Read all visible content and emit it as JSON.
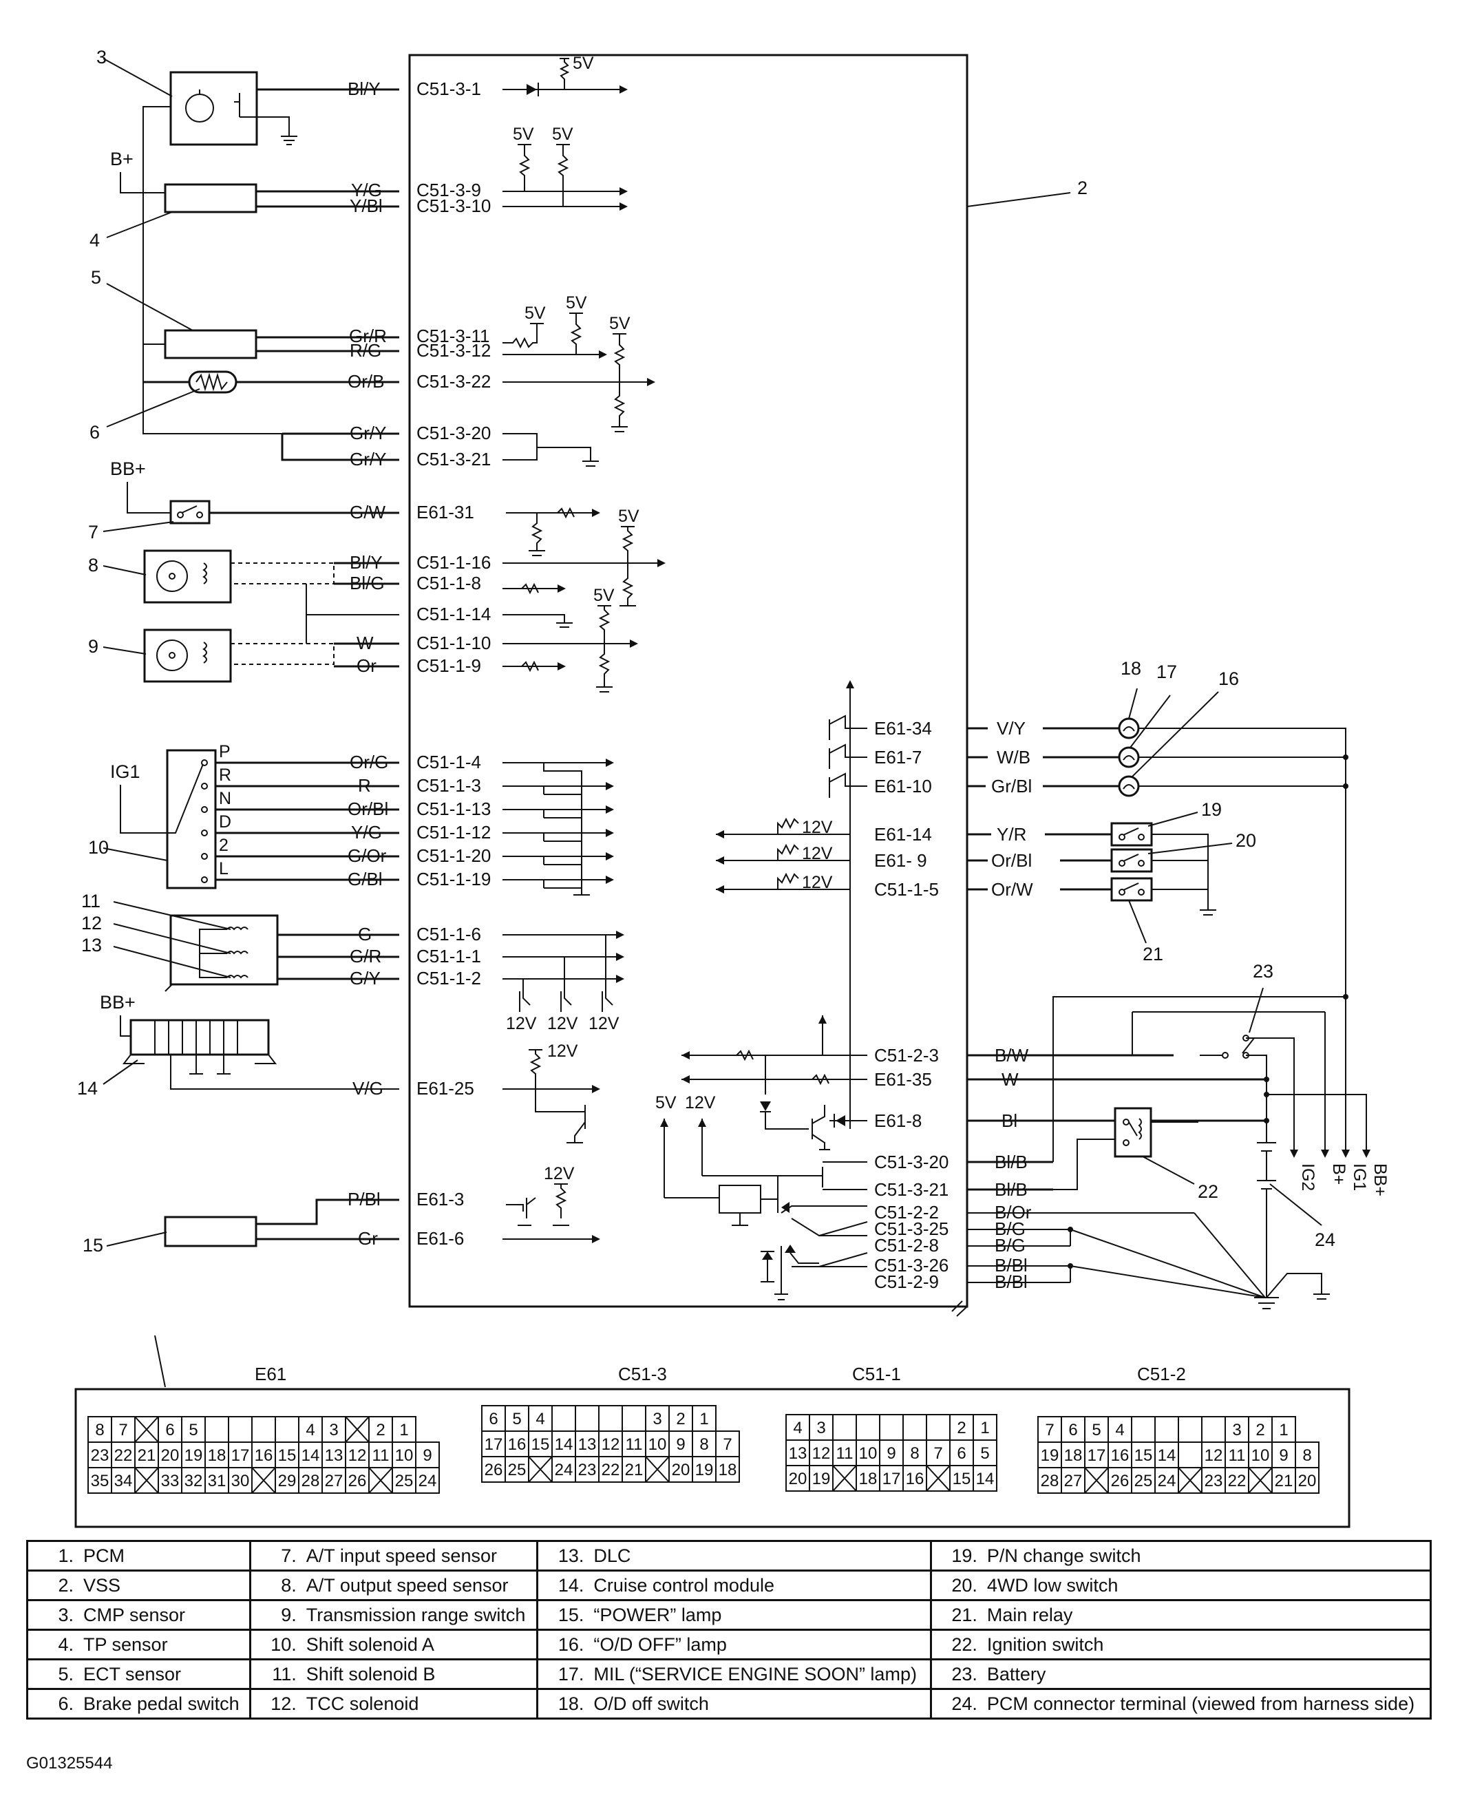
{
  "pcm_block": {
    "label": "1",
    "pins": [
      {
        "id": "C51-3-1",
        "wire": "Bl/Y"
      },
      {
        "id": "C51-3-9",
        "wire": "Y/G"
      },
      {
        "id": "C51-3-10",
        "wire": "Y/Bl"
      },
      {
        "id": "C51-3-11",
        "wire": "Gr/R"
      },
      {
        "id": "C51-3-12",
        "wire": "R/G"
      },
      {
        "id": "C51-3-22",
        "wire": "Or/B"
      },
      {
        "id": "C51-3-20",
        "wire": "Gr/Y"
      },
      {
        "id": "C51-3-21",
        "wire": "Gr/Y"
      },
      {
        "id": "E61-31",
        "wire": "G/W"
      },
      {
        "id": "C51-1-16",
        "wire": "Bl/Y"
      },
      {
        "id": "C51-1-8",
        "wire": "Bl/G"
      },
      {
        "id": "C51-1-14",
        "wire": ""
      },
      {
        "id": "C51-1-10",
        "wire": "W"
      },
      {
        "id": "C51-1-9",
        "wire": "Or"
      },
      {
        "id": "C51-1-4",
        "wire": "Or/G"
      },
      {
        "id": "C51-1-3",
        "wire": "R"
      },
      {
        "id": "C51-1-13",
        "wire": "Or/Bl"
      },
      {
        "id": "C51-1-12",
        "wire": "Y/G"
      },
      {
        "id": "C51-1-20",
        "wire": "G/Or"
      },
      {
        "id": "C51-1-19",
        "wire": "G/Bl"
      },
      {
        "id": "C51-1-6",
        "wire": "G"
      },
      {
        "id": "C51-1-1",
        "wire": "G/R"
      },
      {
        "id": "C51-1-2",
        "wire": "G/Y"
      },
      {
        "id": "E61-25",
        "wire": "V/G"
      },
      {
        "id": "E61-3",
        "wire": "P/Bl"
      },
      {
        "id": "E61-6",
        "wire": "Gr"
      }
    ],
    "right_pins": [
      {
        "id": "E61-34",
        "wire": "V/Y"
      },
      {
        "id": "E61-7",
        "wire": "W/B"
      },
      {
        "id": "E61-10",
        "wire": "Gr/Bl"
      },
      {
        "id": "E61-14",
        "wire": "Y/R"
      },
      {
        "id": "E61- 9",
        "wire": "Or/Bl"
      },
      {
        "id": "C51-1-5",
        "wire": "Or/W"
      },
      {
        "id": "C51-2-3",
        "wire": "B/W"
      },
      {
        "id": "E61-35",
        "wire": "W"
      },
      {
        "id": "E61-8",
        "wire": "Bl"
      },
      {
        "id": "C51-3-20",
        "wire": "Bl/B"
      },
      {
        "id": "C51-3-21",
        "wire": "Bl/B"
      },
      {
        "id": "C51-2-2",
        "wire": "B/Or"
      },
      {
        "id": "C51-3-25",
        "wire": "B/G"
      },
      {
        "id": "C51-2-8",
        "wire": "B/G"
      },
      {
        "id": "C51-3-26",
        "wire": "B/Bl"
      },
      {
        "id": "C51-2-9",
        "wire": "B/Bl"
      }
    ]
  },
  "voltages": {
    "v5": "5V",
    "v12": "12V"
  },
  "supplies": {
    "bplus": "B+",
    "bbplus": "BB+",
    "ig1": "IG1",
    "ig2": "IG2"
  },
  "gear_positions": [
    "P",
    "R",
    "N",
    "D",
    "2",
    "L"
  ],
  "callouts": [
    "2",
    "3",
    "4",
    "5",
    "6",
    "7",
    "8",
    "9",
    "10",
    "11",
    "12",
    "13",
    "14",
    "15",
    "16",
    "17",
    "18",
    "19",
    "20",
    "21",
    "22",
    "23",
    "24"
  ],
  "connectors": {
    "e61": {
      "title": "E61",
      "rows": [
        [
          "8",
          "7",
          "X",
          "6",
          "5",
          "",
          "",
          "",
          "",
          "4",
          "3",
          "X",
          "2",
          "1"
        ],
        [
          "23",
          "22",
          "21",
          "20",
          "19",
          "18",
          "17",
          "16",
          "15",
          "14",
          "13",
          "12",
          "11",
          "10",
          "9"
        ],
        [
          "35",
          "34",
          "X",
          "33",
          "32",
          "31",
          "30",
          "X",
          "29",
          "28",
          "27",
          "26",
          "X",
          "25",
          "24"
        ]
      ]
    },
    "c513": {
      "title": "C51-3",
      "rows": [
        [
          "6",
          "5",
          "4",
          "",
          "",
          "",
          "",
          "3",
          "2",
          "1"
        ],
        [
          "17",
          "16",
          "15",
          "14",
          "13",
          "12",
          "11",
          "10",
          "9",
          "8",
          "7"
        ],
        [
          "26",
          "25",
          "X",
          "24",
          "23",
          "22",
          "21",
          "X",
          "20",
          "19",
          "18"
        ]
      ]
    },
    "c511": {
      "title": "C51-1",
      "rows": [
        [
          "4",
          "3",
          "",
          "",
          "",
          "",
          "",
          "2",
          "1"
        ],
        [
          "13",
          "12",
          "11",
          "10",
          "9",
          "8",
          "7",
          "6",
          "5"
        ],
        [
          "20",
          "19",
          "X",
          "18",
          "17",
          "16",
          "X",
          "15",
          "14"
        ]
      ]
    },
    "c512": {
      "title": "C51-2",
      "rows": [
        [
          "7",
          "6",
          "5",
          "4",
          "",
          "",
          "",
          "",
          "3",
          "2",
          "1"
        ],
        [
          "19",
          "18",
          "17",
          "16",
          "15",
          "14",
          "",
          "12",
          "11",
          "10",
          "9",
          "8"
        ],
        [
          "28",
          "27",
          "X",
          "26",
          "25",
          "24",
          "X",
          "23",
          "22",
          "X",
          "21",
          "20"
        ]
      ]
    }
  },
  "legend": [
    [
      {
        "num": "1.",
        "label": "PCM"
      },
      {
        "num": "7.",
        "label": "A/T input speed sensor"
      },
      {
        "num": "13.",
        "label": "DLC"
      },
      {
        "num": "19.",
        "label": "P/N change switch"
      }
    ],
    [
      {
        "num": "2.",
        "label": "VSS"
      },
      {
        "num": "8.",
        "label": "A/T output speed sensor"
      },
      {
        "num": "14.",
        "label": "Cruise control module"
      },
      {
        "num": "20.",
        "label": "4WD low switch"
      }
    ],
    [
      {
        "num": "3.",
        "label": "CMP sensor"
      },
      {
        "num": "9.",
        "label": "Transmission range switch"
      },
      {
        "num": "15.",
        "label": "“POWER” lamp"
      },
      {
        "num": "21.",
        "label": "Main relay"
      }
    ],
    [
      {
        "num": "4.",
        "label": "TP sensor"
      },
      {
        "num": "10.",
        "label": "Shift solenoid A"
      },
      {
        "num": "16.",
        "label": "“O/D OFF” lamp"
      },
      {
        "num": "22.",
        "label": "Ignition switch"
      }
    ],
    [
      {
        "num": "5.",
        "label": "ECT sensor"
      },
      {
        "num": "11.",
        "label": "Shift solenoid B"
      },
      {
        "num": "17.",
        "label": "MIL (“SERVICE ENGINE SOON” lamp)"
      },
      {
        "num": "23.",
        "label": "Battery"
      }
    ],
    [
      {
        "num": "6.",
        "label": "Brake pedal switch"
      },
      {
        "num": "12.",
        "label": "TCC solenoid"
      },
      {
        "num": "18.",
        "label": "O/D off switch"
      },
      {
        "num": "24.",
        "label": "PCM connector terminal (viewed from harness side)"
      }
    ]
  ],
  "figure_code": "G01325544"
}
